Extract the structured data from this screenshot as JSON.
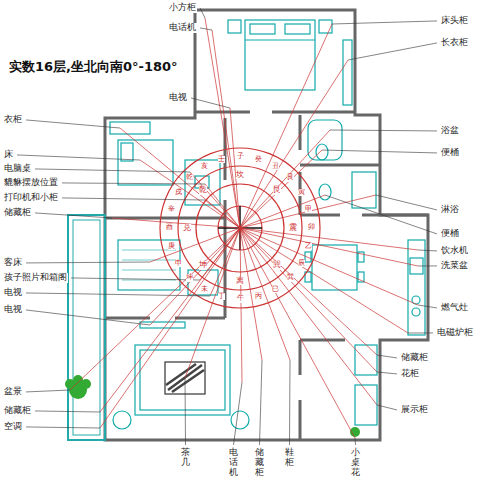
{
  "diagram": {
    "title": "实数16层,坐北向南0°-180°",
    "labels": [
      "衣柜",
      "床",
      "电脑桌",
      "貔貅摆放位置",
      "打印机和小柜",
      "储藏柜",
      "客床",
      "孩子照片和箱阁",
      "电视",
      "电视",
      "盆景",
      "储藏柜",
      "空调",
      "小方柜",
      "电话机",
      "电视",
      "床头柜",
      "长衣柜",
      "浴盆",
      "便桶",
      "淋浴",
      "便桶",
      "饮水机",
      "洗菜盆",
      "燃气灶",
      "电磁炉柜",
      "储藏柜",
      "花柜",
      "展示柜",
      "茶几",
      "电话机",
      "储藏柜",
      "鞋柜",
      "小桌花",
      "子",
      "癸",
      "丑",
      "艮",
      "寅",
      "甲",
      "卯",
      "乙",
      "辰",
      "巽",
      "巳",
      "丙",
      "午",
      "丁",
      "未",
      "坤",
      "申",
      "庚",
      "酉",
      "辛",
      "戌",
      "乾",
      "亥",
      "壬",
      "坎",
      "艮",
      "震",
      "巽",
      "离",
      "坤",
      "兑",
      "乾"
    ]
  }
}
